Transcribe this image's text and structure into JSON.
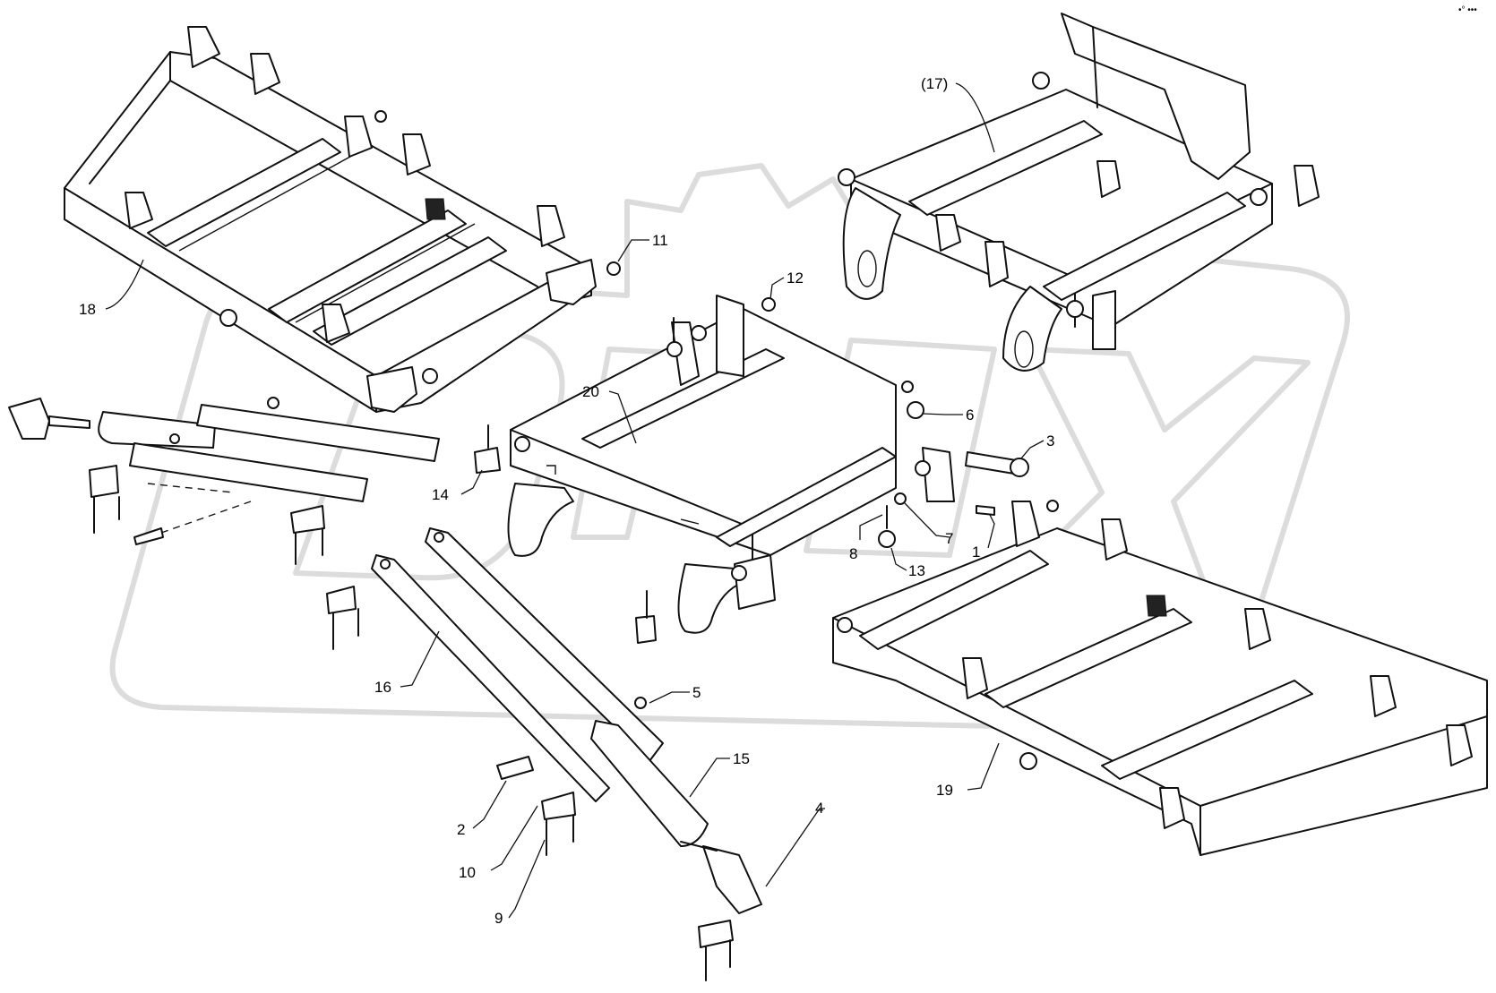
{
  "corner_mark": "•° •••",
  "callouts": [
    {
      "id": "c1",
      "text": "1"
    },
    {
      "id": "c2",
      "text": "2"
    },
    {
      "id": "c3",
      "text": "3"
    },
    {
      "id": "c4",
      "text": "4"
    },
    {
      "id": "c5",
      "text": "5"
    },
    {
      "id": "c6",
      "text": "6"
    },
    {
      "id": "c7",
      "text": "7"
    },
    {
      "id": "c8",
      "text": "8"
    },
    {
      "id": "c9",
      "text": "9"
    },
    {
      "id": "c10",
      "text": "10"
    },
    {
      "id": "c11",
      "text": "11"
    },
    {
      "id": "c12",
      "text": "12"
    },
    {
      "id": "c13",
      "text": "13"
    },
    {
      "id": "c14",
      "text": "14"
    },
    {
      "id": "c15",
      "text": "15"
    },
    {
      "id": "c16",
      "text": "16"
    },
    {
      "id": "c17",
      "text": "(17)"
    },
    {
      "id": "c18",
      "text": "18"
    },
    {
      "id": "c19",
      "text": "19"
    },
    {
      "id": "c20",
      "text": "20"
    }
  ]
}
